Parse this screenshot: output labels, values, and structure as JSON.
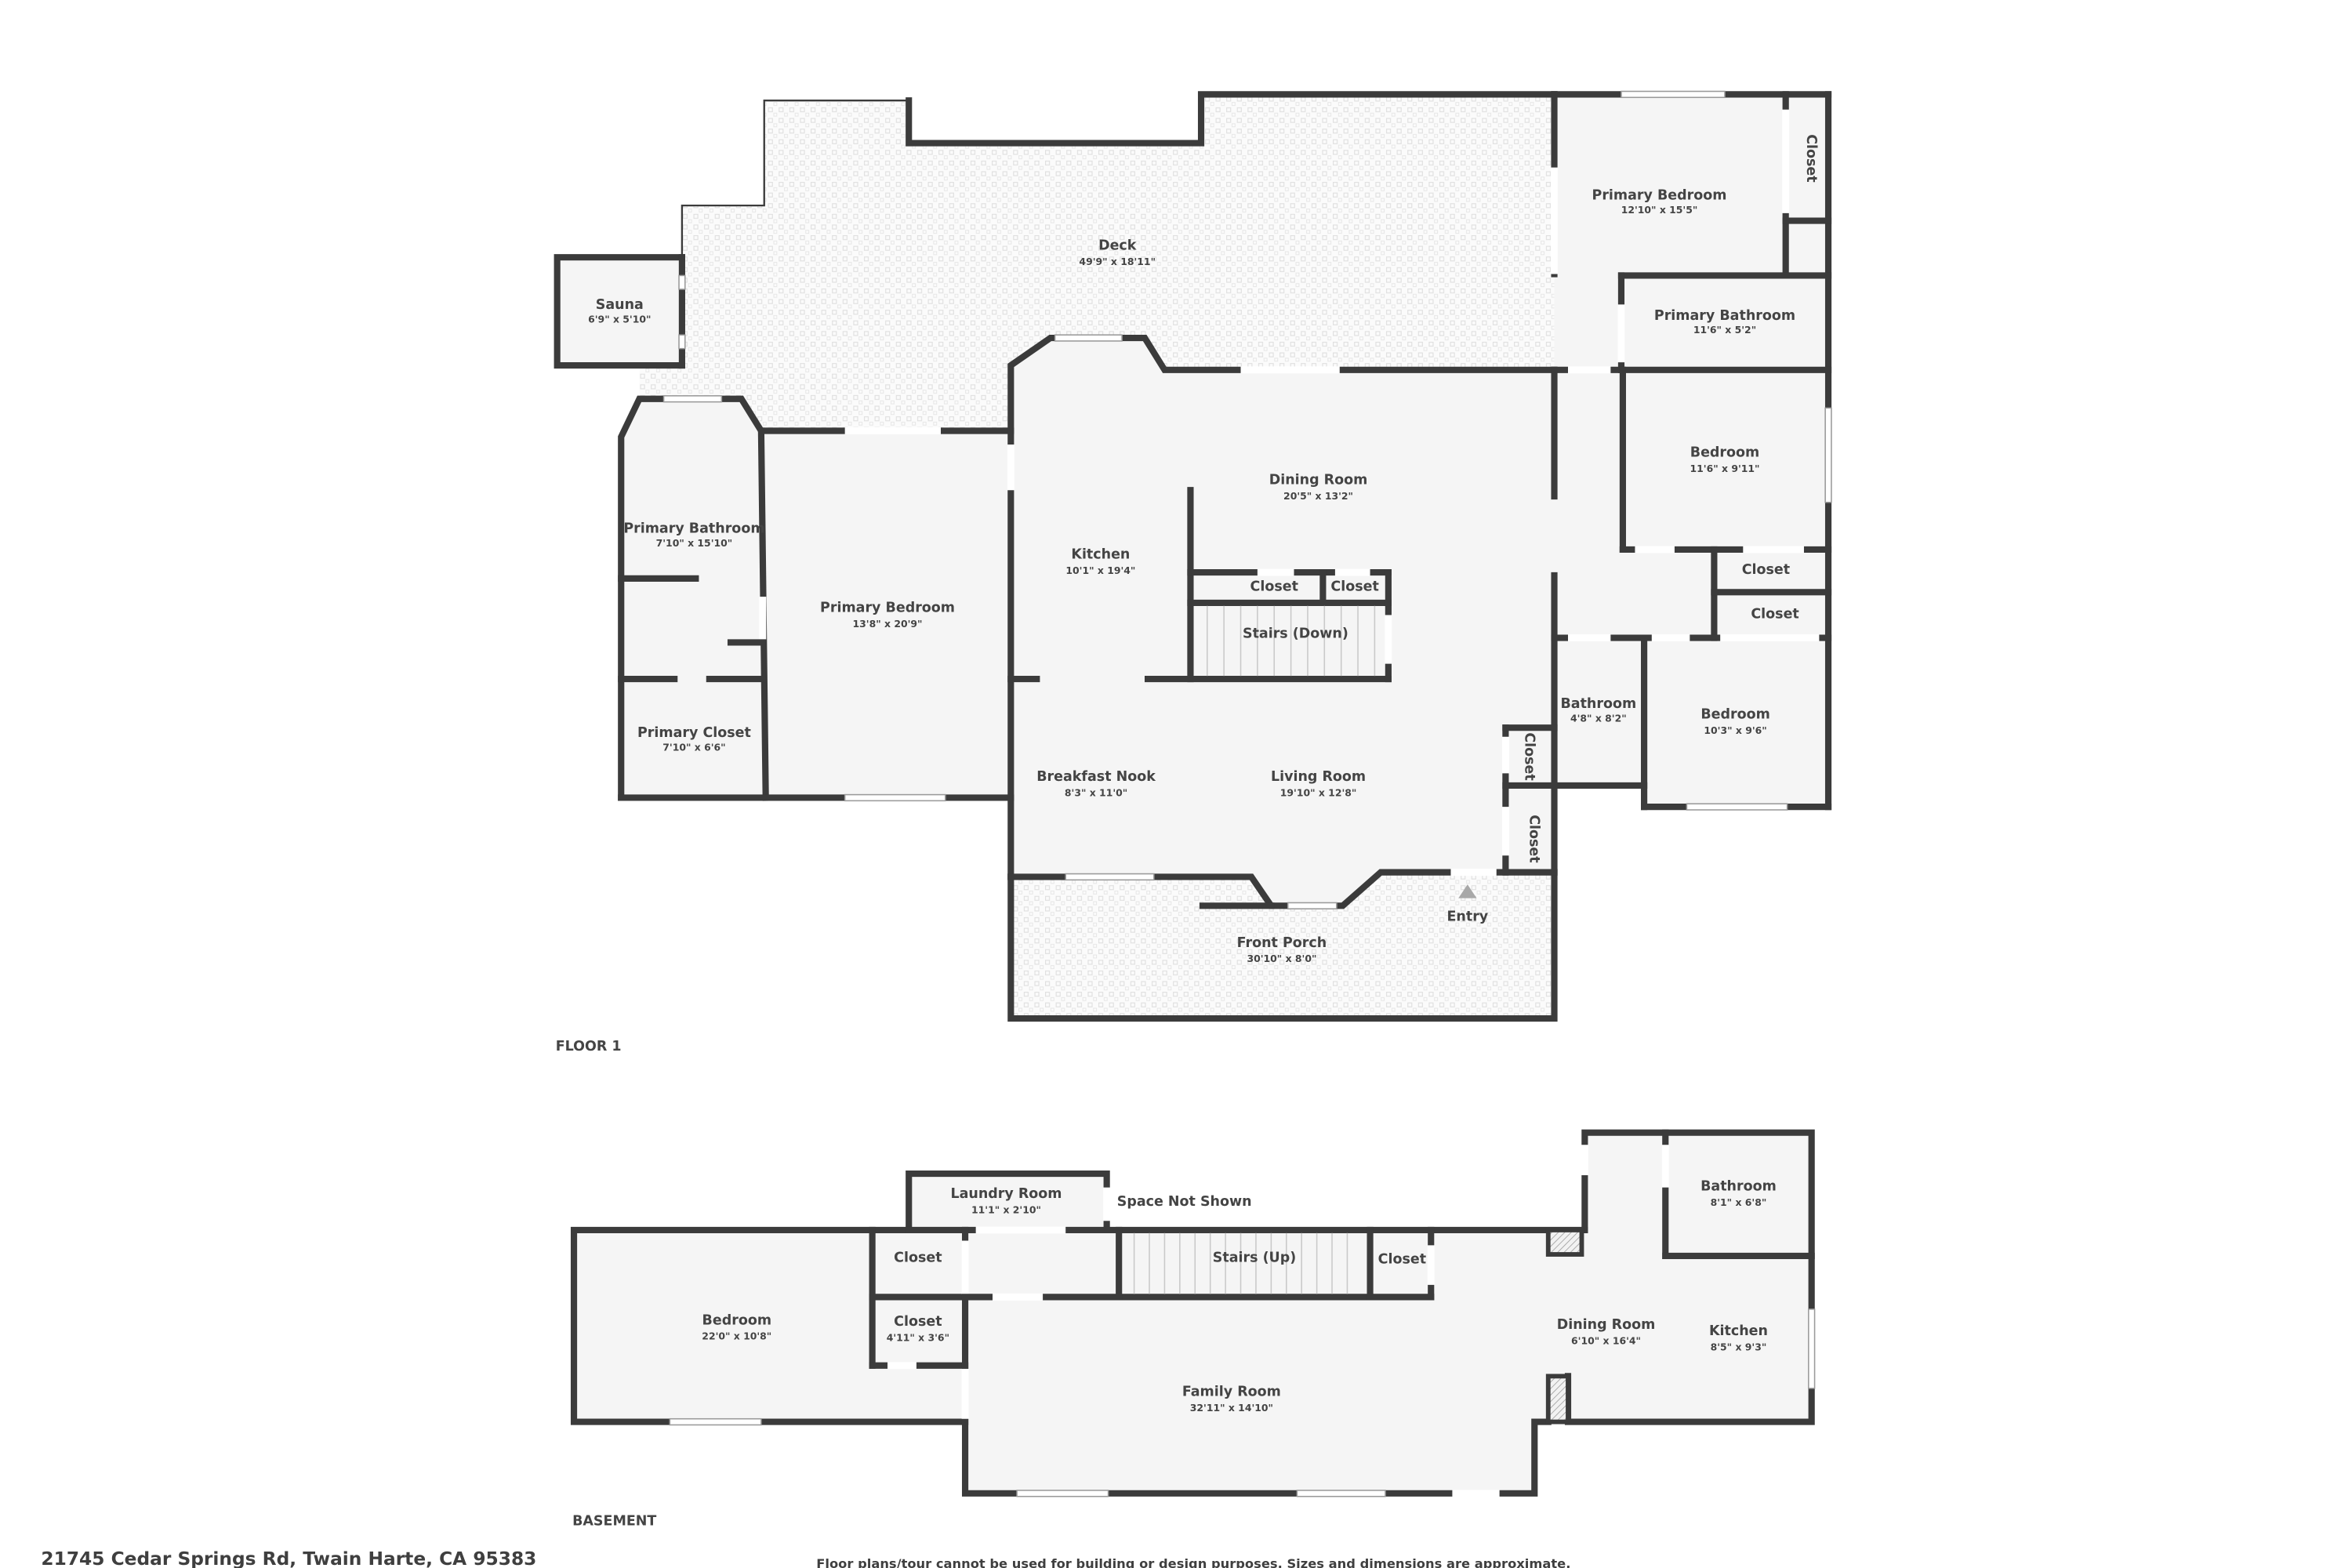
{
  "address": "21745 Cedar Springs Rd, Twain Harte, CA 95383",
  "disclaimer": "Floor plans/tour cannot be used for building or design purposes. Sizes and dimensions are approximate.",
  "colors": {
    "wall": "#3b3b3b",
    "floor": "#f5f5f5",
    "text": "#444444",
    "deck_pattern": "#e2e2e2",
    "entry_marker": "#a8a8a8"
  },
  "floor1": {
    "label": "FLOOR 1",
    "rooms": {
      "deck": {
        "name": "Deck",
        "dims": "49'9\" x 18'11\""
      },
      "sauna": {
        "name": "Sauna",
        "dims": "6'9\" x 5'10\""
      },
      "primary_bedroom_ne": {
        "name": "Primary Bedroom",
        "dims": "12'10\" x 15'5\""
      },
      "closet_ne": {
        "name": "Closet"
      },
      "primary_bathroom_ne": {
        "name": "Primary Bathroom",
        "dims": "11'6\" x 5'2\""
      },
      "bedroom_e": {
        "name": "Bedroom",
        "dims": "11'6\" x 9'11\""
      },
      "closet_e1": {
        "name": "Closet"
      },
      "closet_e2": {
        "name": "Closet"
      },
      "bathroom": {
        "name": "Bathroom",
        "dims": "4'8\" x 8'2\""
      },
      "bedroom_se": {
        "name": "Bedroom",
        "dims": "10'3\" x 9'6\""
      },
      "dining_room": {
        "name": "Dining Room",
        "dims": "20'5\" x 13'2\""
      },
      "kitchen": {
        "name": "Kitchen",
        "dims": "10'1\" x 19'4\""
      },
      "closet_c1": {
        "name": "Closet"
      },
      "closet_c2": {
        "name": "Closet"
      },
      "stairs_down": {
        "name": "Stairs (Down)"
      },
      "primary_bathroom_w": {
        "name": "Primary Bathroom",
        "dims": "7'10\" x 15'10\""
      },
      "primary_bedroom_w": {
        "name": "Primary Bedroom",
        "dims": "13'8\" x 20'9\""
      },
      "primary_closet": {
        "name": "Primary Closet",
        "dims": "7'10\" x 6'6\""
      },
      "breakfast_nook": {
        "name": "Breakfast Nook",
        "dims": "8'3\" x 11'0\""
      },
      "living_room": {
        "name": "Living Room",
        "dims": "19'10\" x 12'8\""
      },
      "closet_v1": {
        "name": "Closet"
      },
      "closet_v2": {
        "name": "Closet"
      },
      "front_porch": {
        "name": "Front Porch",
        "dims": "30'10\" x 8'0\""
      },
      "entry": {
        "name": "Entry"
      }
    }
  },
  "basement": {
    "label": "BASEMENT",
    "rooms": {
      "laundry": {
        "name": "Laundry Room",
        "dims": "11'1\" x 2'10\""
      },
      "space_not_shown": {
        "name": "Space Not Shown"
      },
      "bedroom": {
        "name": "Bedroom",
        "dims": "22'0\" x 10'8\""
      },
      "closet_1": {
        "name": "Closet"
      },
      "closet_2": {
        "name": "Closet",
        "dims": "4'11\" x 3'6\""
      },
      "stairs_up": {
        "name": "Stairs (Up)"
      },
      "closet_3": {
        "name": "Closet"
      },
      "family_room": {
        "name": "Family Room",
        "dims": "32'11\" x 14'10\""
      },
      "dining_room": {
        "name": "Dining Room",
        "dims": "6'10\" x 16'4\""
      },
      "kitchen": {
        "name": "Kitchen",
        "dims": "8'5\" x 9'3\""
      },
      "bathroom": {
        "name": "Bathroom",
        "dims": "8'1\" x 6'8\""
      }
    }
  }
}
